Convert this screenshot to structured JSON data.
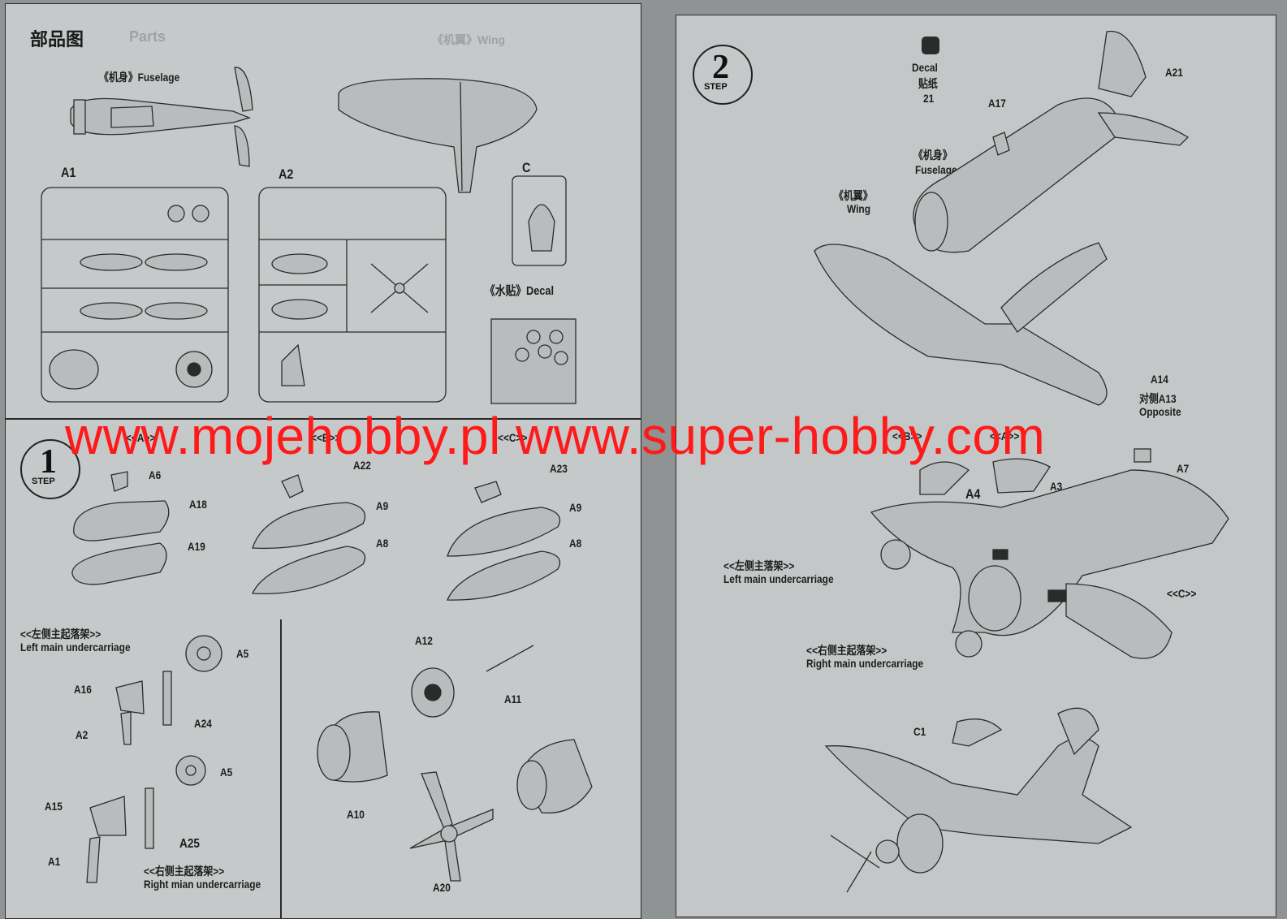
{
  "watermark": "www.mojehobby.pl www.super-hobby.com",
  "parts_section": {
    "title_cn": "部品图",
    "title_en": "Parts",
    "fuselage_label": "《机身》Fuselage",
    "wing_label": "《机翼》Wing",
    "sprue_a1": "A1",
    "sprue_a2": "A2",
    "sprue_c": "C",
    "decal_label": "《水贴》Decal"
  },
  "step1": {
    "number": "1",
    "word": "STEP",
    "callouts": [
      "<<A>>",
      "<<B>>",
      "<<C>>"
    ],
    "parts": {
      "a6": "A6",
      "a18": "A18",
      "a19": "A19",
      "a22": "A22",
      "a9_b": "A9",
      "a8_b": "A8",
      "a23": "A23",
      "a9_c": "A9",
      "a8_c": "A8",
      "a5_top": "A5",
      "a16": "A16",
      "a2": "A2",
      "a24": "A24",
      "a5_bottom": "A5",
      "a15": "A15",
      "a25": "A25",
      "a1": "A1",
      "a12": "A12",
      "a11": "A11",
      "a10": "A10",
      "a20": "A20"
    },
    "left_gear_cn": "<<左侧主起落架>>",
    "left_gear_en": "Left main undercarriage",
    "right_gear_cn": "<<右侧主起落架>>",
    "right_gear_en": "Right mian undercarriage"
  },
  "step2": {
    "number": "2",
    "word": "STEP",
    "decal_en": "Decal",
    "decal_cn": "贴纸",
    "decal_no": "21",
    "a21": "A21",
    "a17": "A17",
    "fuselage_cn": "《机身》",
    "fuselage_en": "Fuselage",
    "wing_cn": "《机翼》",
    "wing_en": "Wing",
    "a14": "A14",
    "opposite_cn": "对侧A13",
    "opposite_en": "Opposite",
    "callout_b": "<<B>>",
    "callout_a": "<<A>>",
    "callout_c": "<<C>>",
    "a7": "A7",
    "a4": "A4",
    "a3": "A3",
    "left_gear_cn": "<<左侧主落架>>",
    "left_gear_en": "Left main undercarriage",
    "right_gear_cn": "<<右侧主起落架>>",
    "right_gear_en": "Right main undercarriage",
    "c1": "C1"
  }
}
